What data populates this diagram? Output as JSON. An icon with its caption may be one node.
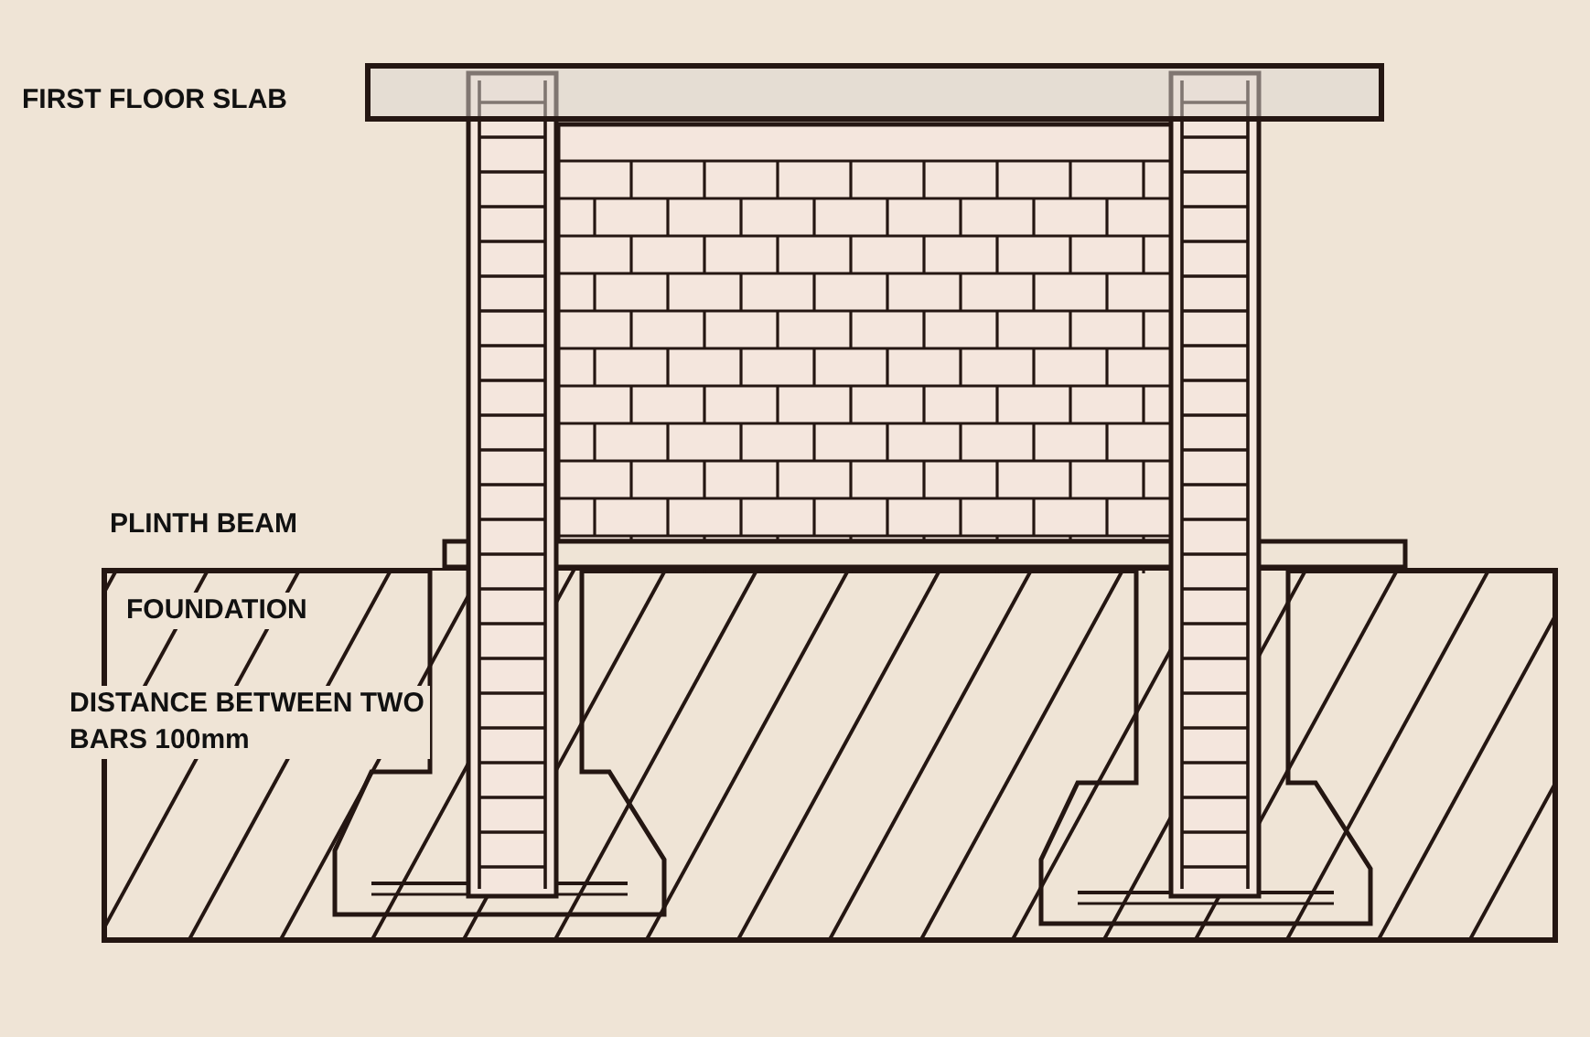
{
  "diagram": {
    "labels": [
      "FIRST FLOOR SLAB",
      "PLINTH BEAM",
      "FOUNDATION",
      "DISTANCE BETWEEN TWO BARS 100mm"
    ]
  }
}
